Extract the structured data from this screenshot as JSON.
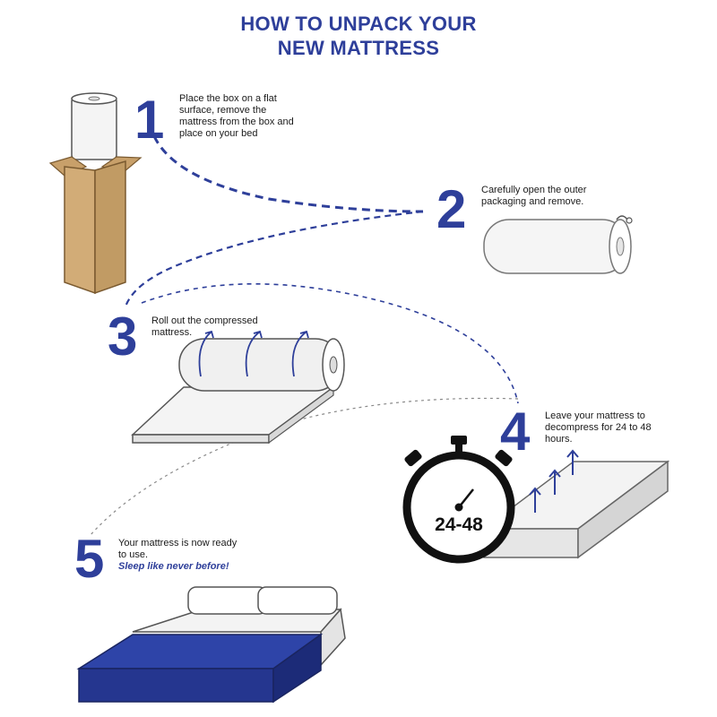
{
  "title": {
    "line1": "HOW TO UNPACK YOUR",
    "line2": "NEW MATTRESS"
  },
  "steps": [
    {
      "number": "1",
      "text": "Place the box on a flat surface, remove the mattress from the box and place on your bed"
    },
    {
      "number": "2",
      "text": "Carefully open the outer packaging and remove."
    },
    {
      "number": "3",
      "text": "Roll out the compressed mattress."
    },
    {
      "number": "4",
      "text": "Leave your mattress to decompress for 24 to 48 hours."
    },
    {
      "number": "5",
      "text": "Your mattress is now ready to use.",
      "tagline": "Sleep like never before!"
    }
  ],
  "timer": {
    "label": "24-48"
  },
  "colors": {
    "accent": "#2e3f9a",
    "box": "#d2ac77",
    "mattress_cover": "#25368f",
    "text": "#1a1a1a"
  },
  "icons": [
    "cardboard-box-icon",
    "rolled-mattress-icon",
    "unrolling-mattress-icon",
    "stopwatch-icon",
    "expansion-arrow-icon",
    "bed-icon"
  ]
}
